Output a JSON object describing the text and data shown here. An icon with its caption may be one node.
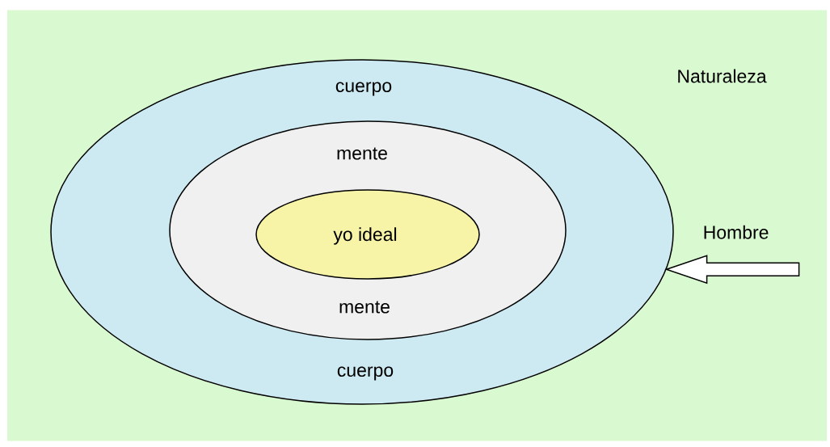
{
  "diagram": {
    "nodes": [
      {
        "text": [
          "Naturaleza"
        ]
      },
      {
        "text": [
          "cuerpo",
          "cuerpo"
        ],
        "in": 0
      },
      {
        "text": [
          "mente",
          "mente"
        ],
        "in": 1
      },
      {
        "text": [
          "yo ideal"
        ],
        "in": 2
      }
    ],
    "edges": [
      {
        "from": null,
        "to": 1,
        "arrow": "to",
        "label": "Hombre"
      }
    ]
  }
}
